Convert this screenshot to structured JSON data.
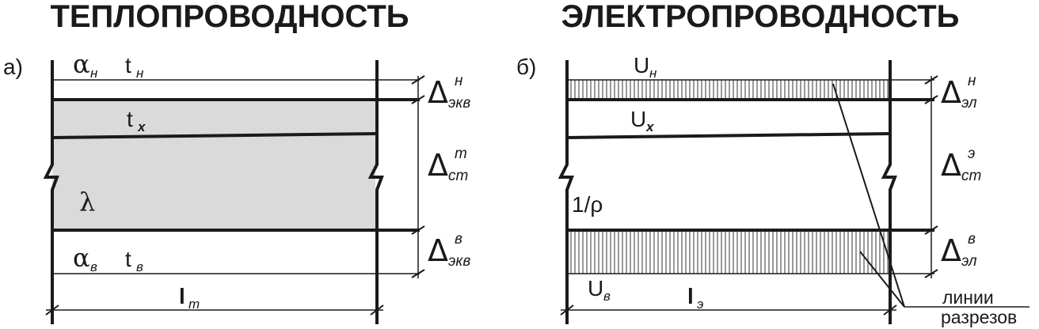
{
  "titles": {
    "thermal": "ТЕПЛОПРОВОДНОСТЬ",
    "electrical": "ЭЛЕКТРОПРОВОДНОСТЬ"
  },
  "colors": {
    "ink": "#1a1a1a",
    "wall_fill": "#dadada",
    "hatch": "#333333",
    "background": "#ffffff"
  },
  "thermal": {
    "panel_label": "а)",
    "alpha_outer": {
      "symbol": "α",
      "sub": "н"
    },
    "t_outer": {
      "symbol": "t",
      "sub": "н"
    },
    "t_x": {
      "symbol": "t",
      "sub": "x"
    },
    "lambda": "λ",
    "alpha_inner": {
      "symbol": "α",
      "sub": "в"
    },
    "t_inner": {
      "symbol": "t",
      "sub": "в"
    },
    "length": {
      "symbol": "l",
      "sub": "т"
    },
    "dims": [
      {
        "symbol": "Δ",
        "sup": "н",
        "sub": "экв"
      },
      {
        "symbol": "Δ",
        "sup": "т",
        "sub": "ст"
      },
      {
        "symbol": "Δ",
        "sup": "в",
        "sub": "экв"
      }
    ]
  },
  "electrical": {
    "panel_label": "б)",
    "u_outer": {
      "symbol": "U",
      "sub": "н"
    },
    "u_x": {
      "symbol": "U",
      "sub": "x"
    },
    "conductivity": "1/ρ",
    "u_inner": {
      "symbol": "U",
      "sub": "в"
    },
    "length": {
      "symbol": "l",
      "sub": "э"
    },
    "dims": [
      {
        "symbol": "Δ",
        "sup": "н",
        "sub": "эл"
      },
      {
        "symbol": "Δ",
        "sup": "э",
        "sub": "ст"
      },
      {
        "symbol": "Δ",
        "sup": "в",
        "sub": "эл"
      }
    ],
    "cut_lines_note": [
      "линии",
      "разрезов"
    ]
  }
}
